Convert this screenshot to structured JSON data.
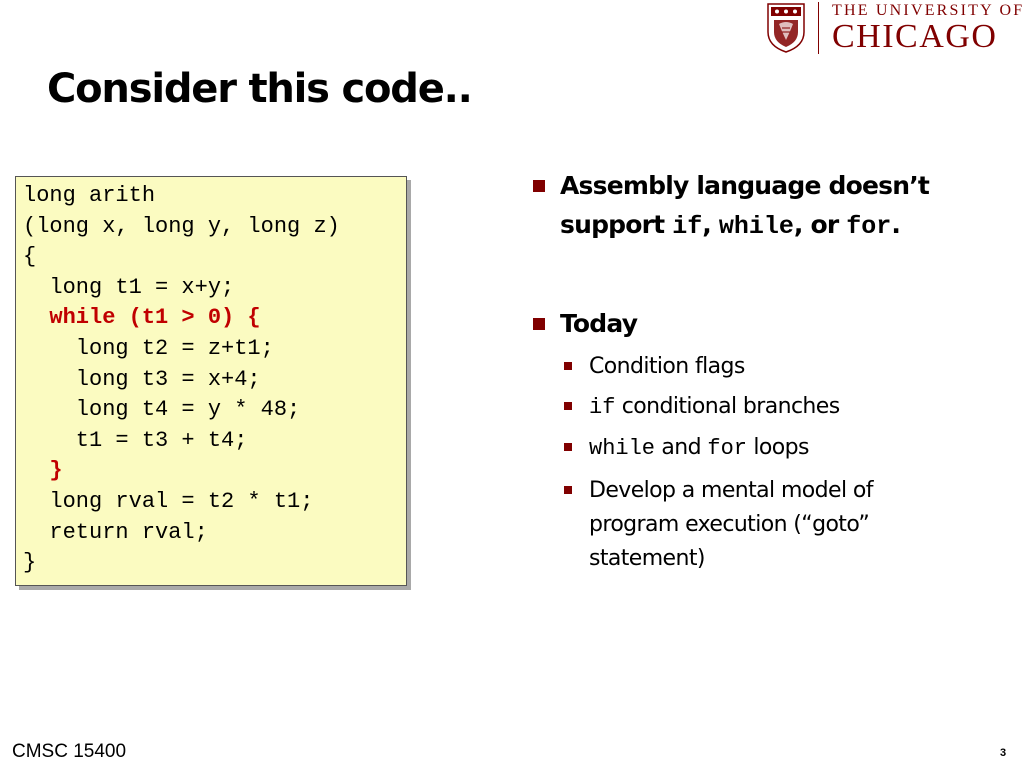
{
  "logo": {
    "line1": "THE UNIVERSITY OF",
    "line2": "CHICAGO",
    "crest_icon": "university-crest-icon",
    "color": "#800000"
  },
  "slide": {
    "title": "Consider this code.."
  },
  "code": {
    "lines": [
      "long arith",
      "(long x, long y, long z)",
      "{",
      "  long t1 = x+y;",
      "  while (t1 > 0) {",
      "    long t2 = z+t1;",
      "    long t3 = x+4;",
      "    long t4 = y * 48;",
      "    t1 = t3 + t4;",
      "  }",
      "  long rval = t2 * t1;",
      "  return rval;",
      "}"
    ],
    "highlight_color": "#c00000",
    "background": "#fbfbc1"
  },
  "bullets": {
    "b1": {
      "prefix": "Assembly language doesn’t support ",
      "kw_if": "if",
      "sep1": ", ",
      "kw_while": "while",
      "sep2": ", or ",
      "kw_for": "for",
      "suffix": "."
    },
    "b2": {
      "label": "Today",
      "items": {
        "i0": {
          "text": "Condition flags"
        },
        "i1": {
          "code": "if",
          "text": " conditional branches"
        },
        "i2": {
          "code1": "while",
          "mid": " and ",
          "code2": "for",
          "text": " loops"
        },
        "i3": {
          "text": "Develop a mental model of program execution (“goto” statement)"
        }
      }
    },
    "marker_color": "#800000"
  },
  "footer": {
    "course": "CMSC 15400",
    "page_number": "3"
  }
}
